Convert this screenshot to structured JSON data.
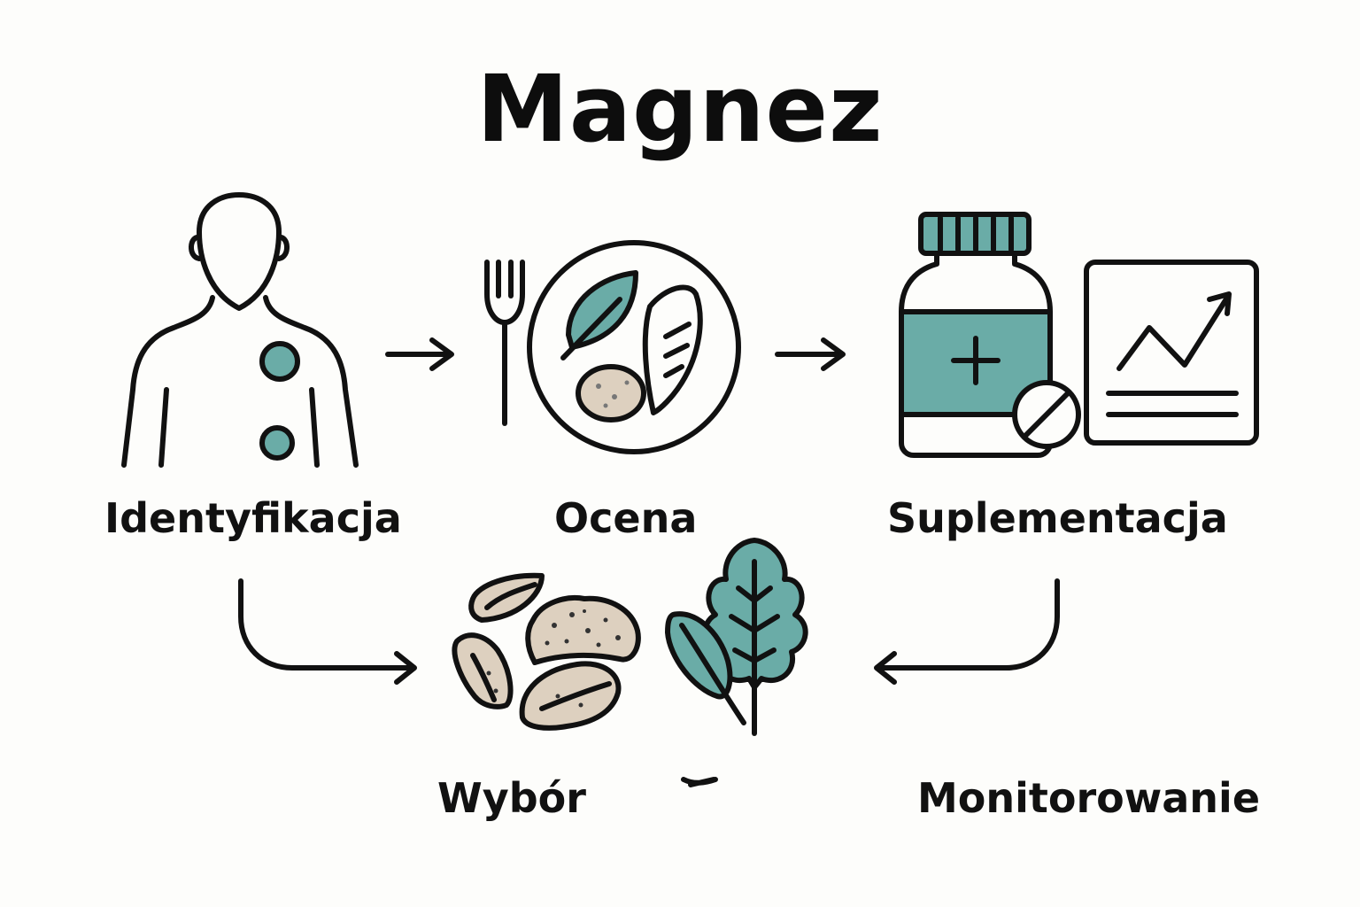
{
  "title": "Magnez",
  "steps": {
    "identification": "Identyfikacja",
    "assessment": "Ocena",
    "supplementation": "Suplementacja",
    "choice": "Wybór",
    "monitoring": "Monitorowanie"
  },
  "colors": {
    "accent": "#6aaca7",
    "stroke": "#111111",
    "food": "#ddd0bf",
    "background": "#fdfdfb"
  },
  "icons": {
    "person": "person-icon",
    "plate": "plate-with-food-icon",
    "fork": "fork-icon",
    "bottle": "supplement-bottle-icon",
    "chart": "rising-chart-icon",
    "nuts": "nuts-icon",
    "greens": "leafy-greens-icon"
  }
}
